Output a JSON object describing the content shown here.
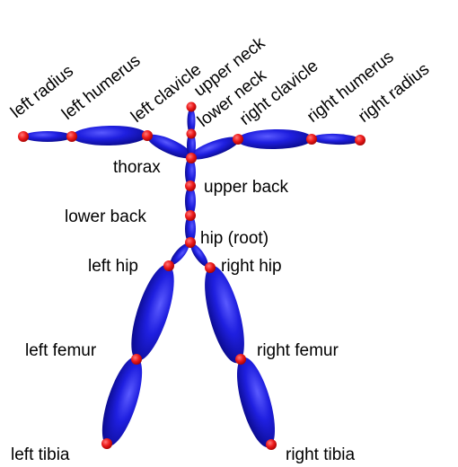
{
  "labels": {
    "left_radius": "left radius",
    "left_humerus": "left humerus",
    "left_clavicle": "left clavicle",
    "upper_neck": "upper neck",
    "lower_neck": "lower neck",
    "right_clavicle": "right clavicle",
    "right_humerus": "right humerus",
    "right_radius": "right radius",
    "thorax": "thorax",
    "upper_back": "upper back",
    "lower_back": "lower back",
    "hip_root": "hip (root)",
    "left_hip": "left hip",
    "right_hip": "right hip",
    "left_femur": "left femur",
    "right_femur": "right femur",
    "left_tibia": "left tibia",
    "right_tibia": "right tibia"
  },
  "colors": {
    "bone": "#1a1acc",
    "joint": "#e81818",
    "text": "#000000"
  }
}
